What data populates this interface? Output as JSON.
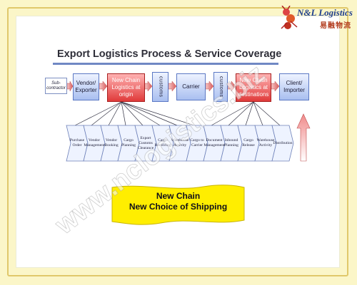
{
  "logo": {
    "brand": "N&L Logistics",
    "chinese": "易融物流"
  },
  "title": "Export Logistics Process & Service Coverage",
  "flow": {
    "sub_contractor": "Sub-contractor",
    "vendor": "Vendor/ Exporter",
    "origin": "New Chain Logistics at origin",
    "customs_1": "customs",
    "carrier": "Carrier",
    "customs_2": "customs",
    "destination": "New Chain Logistics at destinations",
    "client": "Client/ Importer"
  },
  "steps": [
    "Purchase Order",
    "Vendor Management",
    "Vendor Booking",
    "Cargo Planning",
    "Export Customs Clearance",
    "Cargo Receiving",
    "Warehouse Activity",
    "Cargo to Carrier",
    "Document Management",
    "Inbound Planning",
    "Cargo Release",
    "Warehouse Activity",
    "Distribution"
  ],
  "banner": {
    "line1": "New Chain",
    "line2": "New Choice of Shipping"
  },
  "watermark": "www.nclogistics.biz",
  "colors": {
    "accent_red": "#e03a3a",
    "accent_blue": "#5b78c4",
    "banner_yellow": "#ffee00"
  }
}
